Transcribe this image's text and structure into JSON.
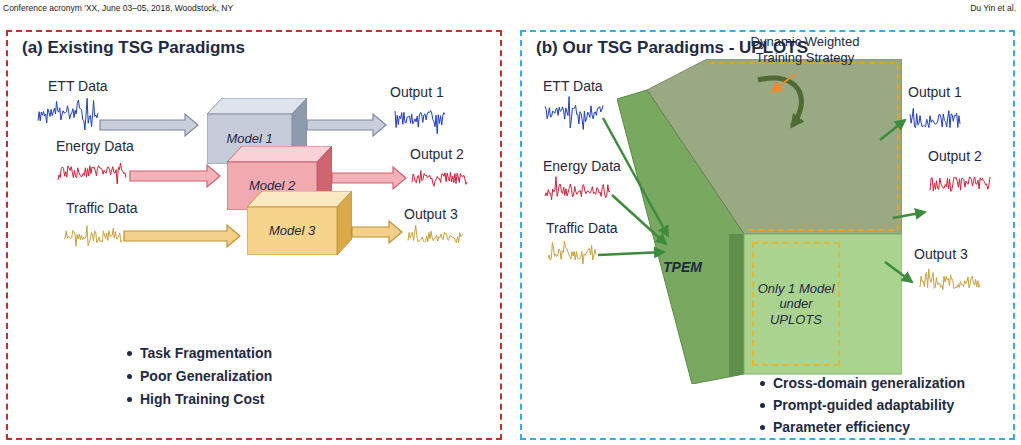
{
  "diagram": {
    "nodes": [
      {
        "text": [
          "(a) Existing TSG Paradigms"
        ]
      },
      {
        "text": [
          "Model 1"
        ],
        "in": 0
      },
      {
        "text": [
          "Model 2"
        ],
        "in": 0
      },
      {
        "text": [
          "Model 3"
        ],
        "in": 0
      },
      {
        "text": [
          "(b) Our TSG Paradigms - UPLOTS"
        ]
      },
      {
        "text": [
          "TPEM"
        ],
        "in": 4
      },
      {
        "text": [
          "Only 1 Model under UPLOTS"
        ],
        "in": 5
      }
    ],
    "labels": [
      "Conference acronym 'XX, June 03–05, 2018, Woodstock, NY",
      "Du Yin et al.",
      "ETT Data",
      "Energy Data",
      "Traffic Data",
      "Output 1",
      "Output 2",
      "Output 3",
      "Task Fragmentation",
      "Poor Generalization",
      "High Training Cost",
      "Dynamic Weighted Training Strategy",
      "ETT Data",
      "Energy Data",
      "Traffic Data",
      "Output 1",
      "Output 2",
      "Output 3",
      "Cross-domain generalization",
      "Prompt-guided adaptability",
      "Parameter efficiency"
    ]
  }
}
